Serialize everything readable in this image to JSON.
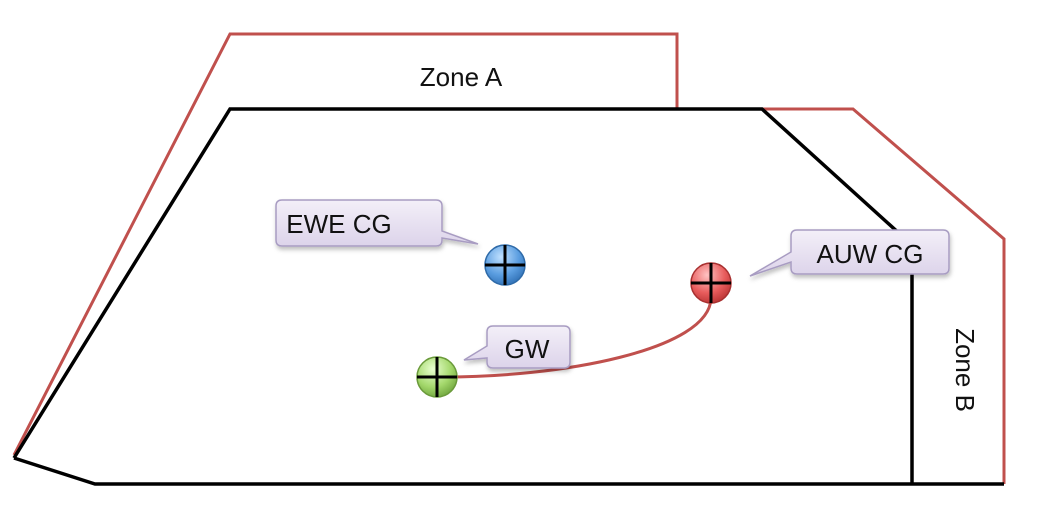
{
  "zones": {
    "a_label": "Zone A",
    "b_label": "Zone B"
  },
  "callouts": {
    "ewe_cg": "EWE CG",
    "auw_cg": "AUW CG",
    "gw": "GW"
  },
  "colors": {
    "envelope_outer": "#c0504d",
    "envelope_inner": "#000000",
    "ewe_marker": "#4f90d6",
    "auw_marker": "#e05252",
    "gw_marker": "#9bd063",
    "trajectory": "#c0504d",
    "callout_fill": "#e6e0ef",
    "callout_stroke": "#a89cc2"
  },
  "icons": {
    "ewe_marker": "crosshair-circle",
    "auw_marker": "crosshair-circle",
    "gw_marker": "crosshair-circle"
  }
}
